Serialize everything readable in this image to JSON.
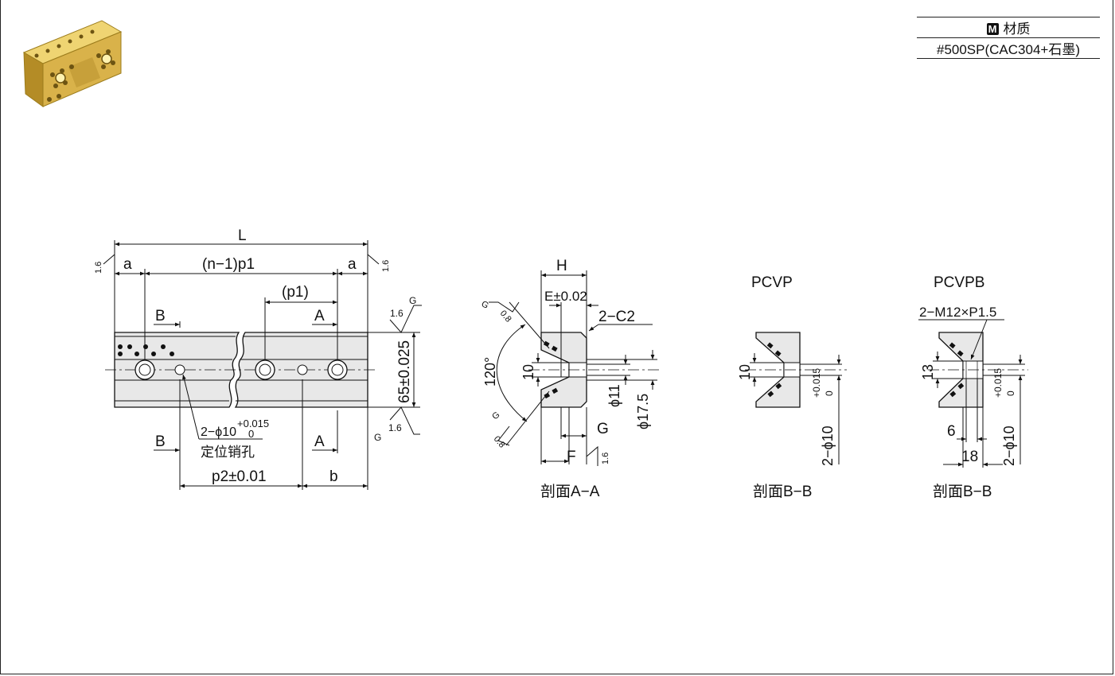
{
  "material_table": {
    "badge": "M",
    "header": "材质",
    "value": "#500SP(CAC304+石墨)"
  },
  "front_view": {
    "dim_L": "L",
    "dim_a_left": "a",
    "dim_a_right": "a",
    "dim_pitch": "(n−1)p1",
    "dim_p1": "(p1)",
    "dim_p2": "p2±0.01",
    "dim_b": "b",
    "dim_height": "65±0.025",
    "label_A_top": "A",
    "label_A_bottom": "A",
    "label_B_top": "B",
    "label_B_bottom": "B",
    "hole_callout": "2−ϕ10",
    "hole_tol_upper": "+0.015",
    "hole_tol_lower": "0",
    "hole_name": "定位销孔",
    "roughness_left": "1.6",
    "roughness_right": "1.6",
    "roughness_top": "1.6",
    "roughness_top_g": "G",
    "roughness_bottom": "1.6",
    "roughness_bottom_g": "G"
  },
  "section_aa": {
    "dim_H": "H",
    "dim_E": "E±0.02",
    "chamfer": "2−C2",
    "angle": "120°",
    "dim_10": "10",
    "dim_d11": "ϕ11",
    "dim_d175": "ϕ17.5",
    "dim_G": "G",
    "dim_F": "F",
    "roughness_ul": "0.8",
    "roughness_ul_g": "G",
    "roughness_ll": "0.8",
    "roughness_ll_g": "G",
    "roughness_br": "1.6",
    "title": "剖面A−A"
  },
  "pcvp": {
    "name": "PCVP",
    "dim_10": "10",
    "hole": "2−ϕ10",
    "tol_upper": "+0.015",
    "tol_lower": "0",
    "title": "剖面B−B"
  },
  "pcvpb": {
    "name": "PCVPB",
    "thread": "2−M12×P1.5",
    "dim_13": "13",
    "dim_6": "6",
    "dim_18": "18",
    "hole": "2−ϕ10",
    "tol_upper": "+0.015",
    "tol_lower": "0",
    "title": "剖面B−B"
  },
  "colors": {
    "line": "#111111",
    "body_fill": "#e8e8e8",
    "dim_L": "#1f5fa8",
    "brass_light": "#e8c65a",
    "brass_dark": "#a3801f"
  }
}
